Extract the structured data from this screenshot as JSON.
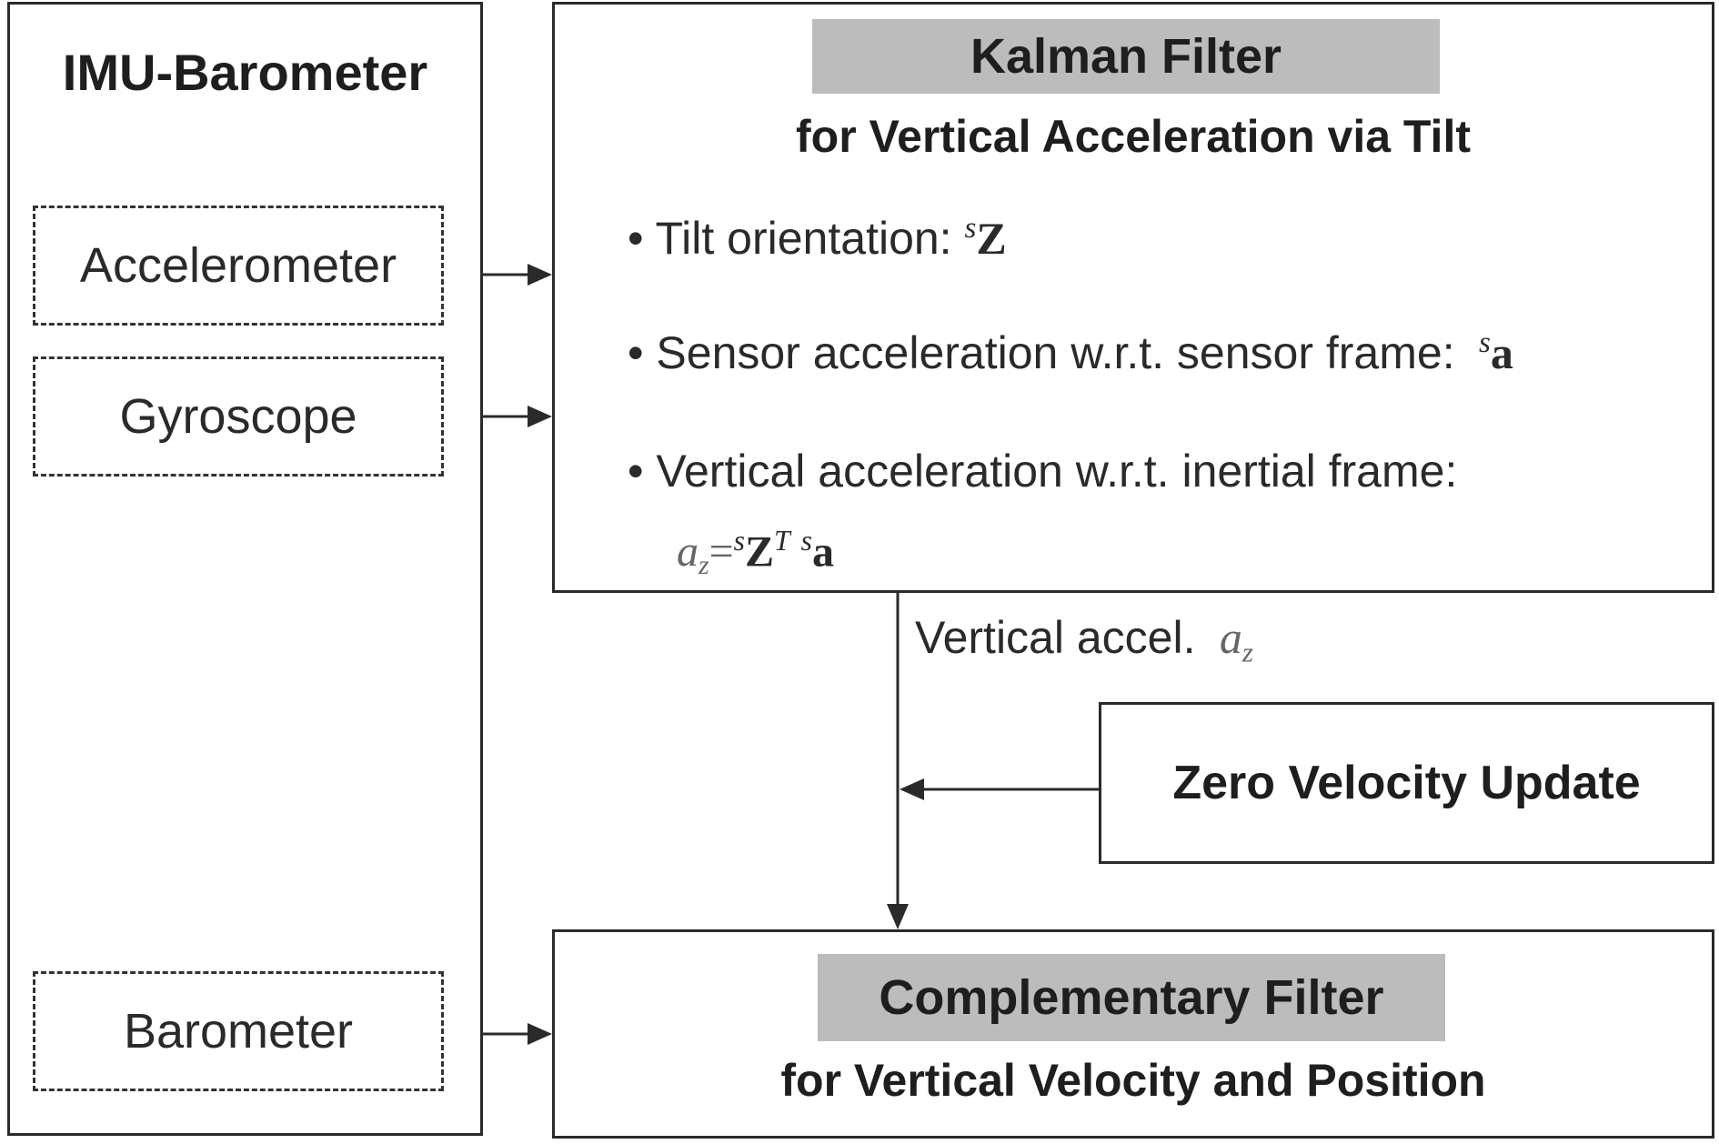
{
  "imu_group": {
    "title": "IMU-Barometer",
    "sensors": {
      "accelerometer": "Accelerometer",
      "gyroscope": "Gyroscope",
      "barometer": "Barometer"
    }
  },
  "kalman_filter": {
    "title": "Kalman Filter",
    "subtitle": "for Vertical Acceleration via Tilt",
    "bullets": [
      {
        "text": "Tilt orientation:",
        "symbol_sup": "s",
        "symbol": "Z"
      },
      {
        "text": "Sensor acceleration w.r.t. sensor frame:",
        "symbol_sup": "s",
        "symbol": "a"
      },
      {
        "text": "Vertical acceleration w.r.t. inertial frame:"
      }
    ],
    "formula": {
      "lhs": "a",
      "lhs_sub": "z",
      "equals": "=",
      "sup1": "s",
      "term1": "Z",
      "term1_sup": "T",
      "sup2": "s",
      "term2": "a"
    }
  },
  "edge_label": {
    "text": "Vertical accel.",
    "symbol": "a",
    "symbol_sub": "z"
  },
  "zero_velocity_update": {
    "title": "Zero Velocity Update"
  },
  "complementary_filter": {
    "title": "Complementary Filter",
    "subtitle": "for Vertical Velocity and Position"
  },
  "colors": {
    "stroke": "#2a2a2a",
    "title_band": "#bcbcbc",
    "background": "#ffffff",
    "formula_text": "#666666"
  }
}
